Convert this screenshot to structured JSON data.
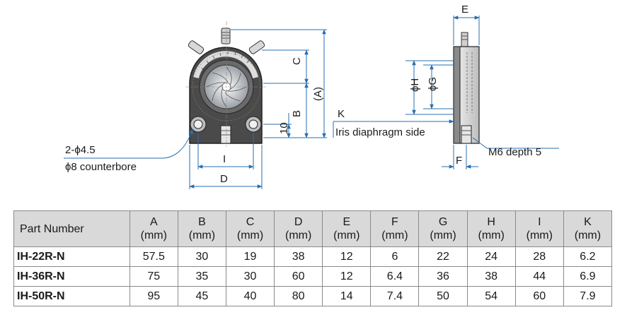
{
  "diagram": {
    "labels": {
      "E": "E",
      "C": "C",
      "A": "(A)",
      "B": "B",
      "ten": "10",
      "K": "K",
      "iris_side": "Iris diaphragm side",
      "H": "ϕH",
      "G": "ϕG",
      "I": "I",
      "D": "D",
      "F": "F",
      "M6": "M6 depth 5",
      "hole1": "2-ϕ4.5",
      "hole2": "ϕ8 counterbore"
    },
    "colors": {
      "dimension": "#2a6fb0",
      "header_bg": "#d9d9d9",
      "body_metal": "#3a3a3a"
    }
  },
  "table": {
    "headers": [
      {
        "name": "Part Number",
        "unit": ""
      },
      {
        "name": "A",
        "unit": "(mm)"
      },
      {
        "name": "B",
        "unit": "(mm)"
      },
      {
        "name": "C",
        "unit": "(mm)"
      },
      {
        "name": "D",
        "unit": "(mm)"
      },
      {
        "name": "E",
        "unit": "(mm)"
      },
      {
        "name": "F",
        "unit": "(mm)"
      },
      {
        "name": "G",
        "unit": "(mm)"
      },
      {
        "name": "H",
        "unit": "(mm)"
      },
      {
        "name": "I",
        "unit": "(mm)"
      },
      {
        "name": "K",
        "unit": "(mm)"
      }
    ],
    "rows": [
      [
        "IH-22R-N",
        "57.5",
        "30",
        "19",
        "38",
        "12",
        "6",
        "22",
        "24",
        "28",
        "6.2"
      ],
      [
        "IH-36R-N",
        "75",
        "35",
        "30",
        "60",
        "12",
        "6.4",
        "36",
        "38",
        "44",
        "6.9"
      ],
      [
        "IH-50R-N",
        "95",
        "45",
        "40",
        "80",
        "14",
        "7.4",
        "50",
        "54",
        "60",
        "7.9"
      ]
    ]
  }
}
